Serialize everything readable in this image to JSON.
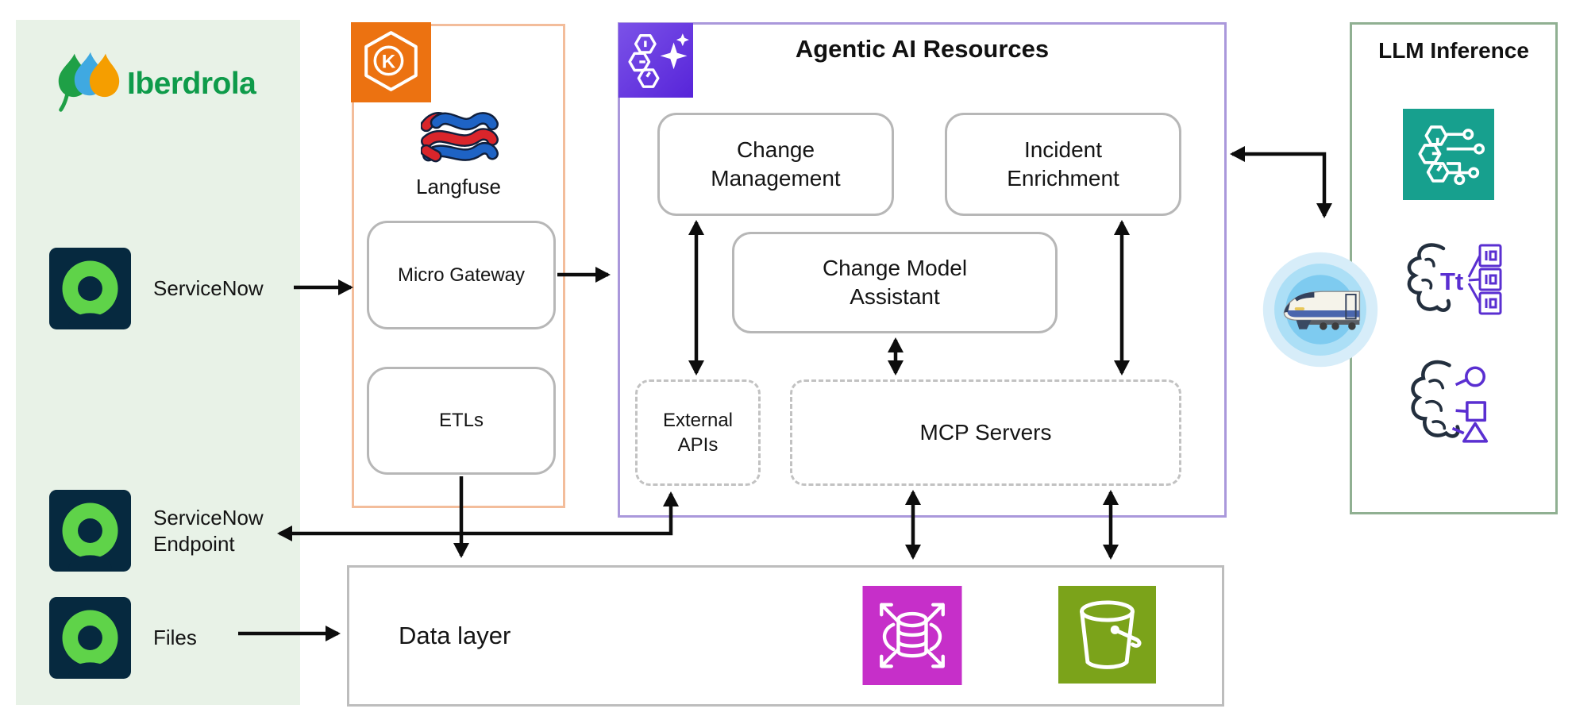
{
  "diagram": {
    "left_panel": {
      "brand": "Iberdrola",
      "brand_icon": "iberdrola-drops-logo",
      "items": [
        {
          "icon": "servicenow-icon",
          "label": "ServiceNow"
        },
        {
          "icon": "servicenow-icon",
          "label": "ServiceNow Endpoint"
        },
        {
          "icon": "servicenow-icon",
          "label": "Files"
        }
      ]
    },
    "gateway_panel": {
      "cluster_icon": "kubernetes-eks-icon",
      "cluster_letter": "K",
      "logo_icon": "langfuse-knot-icon",
      "logo_label": "Langfuse",
      "boxes": [
        {
          "label": "Micro Gateway"
        },
        {
          "label": "ETLs"
        }
      ]
    },
    "agentic_panel": {
      "title": "Agentic AI Resources",
      "icon": "bedrock-agent-icon",
      "boxes": [
        {
          "label": "Change Management"
        },
        {
          "label": "Incident Enrichment"
        },
        {
          "label": "Change Model Assistant"
        },
        {
          "label": "External APIs",
          "style": "dashed"
        },
        {
          "label": "MCP Servers",
          "style": "dashed"
        }
      ]
    },
    "llm_panel": {
      "title": "LLM Inference",
      "tt_glyph": "Tt",
      "icons": [
        "sagemaker-brain-circuit-icon",
        "text-model-tokens-icon",
        "multimodal-shapes-icon"
      ]
    },
    "data_layer": {
      "label": "Data layer",
      "icons": [
        "database-scaling-icon",
        "s3-bucket-icon"
      ]
    },
    "connector_icon": "bullet-train-icon",
    "colors": {
      "arrow": "#0D0D0D",
      "left_panel_bg": "#E8F2E7",
      "orange_border": "#F3BD9B",
      "purple_border": "#AA98DB",
      "llm_border": "#90B092",
      "box_border": "#B7B7B7",
      "servicenow_navy": "#06293F",
      "servicenow_green": "#5FD349",
      "eks_orange": "#EC7211",
      "bedrock_purple": "#6B3BE2",
      "sagemaker_teal": "#17A08E",
      "database_magenta": "#C62FC9",
      "s3_green": "#7BA31A",
      "iberdrola_green": "#0E9B4A",
      "train_halo_blue": "#7ECBF0",
      "model_icon_purple": "#5A2FD1",
      "model_icon_navy": "#232F3E"
    }
  }
}
